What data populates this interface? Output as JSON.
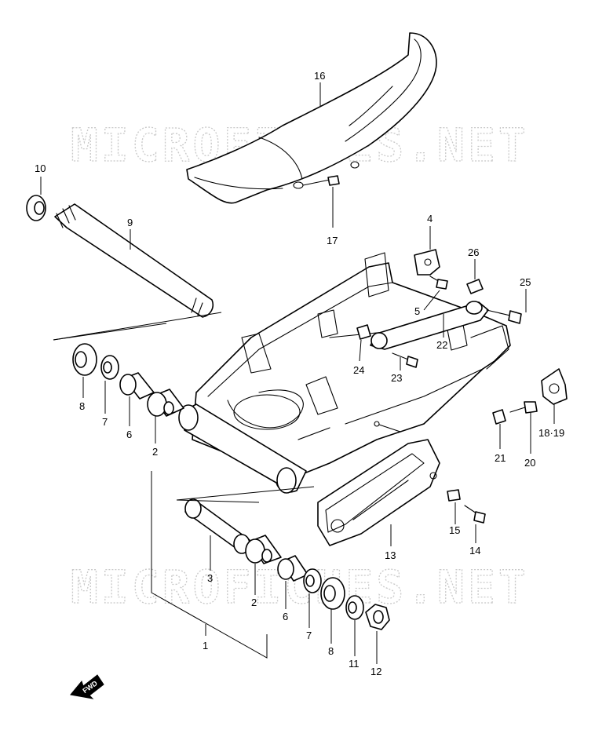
{
  "watermark": {
    "top": "MICROFICHES.NET",
    "bottom": "MICROFICHES.NET"
  },
  "direction_marker": {
    "text": "FWD"
  },
  "callouts": {
    "p1": "1",
    "p2a": "2",
    "p2b": "2",
    "p3": "3",
    "p4": "4",
    "p5": "5",
    "p6a": "6",
    "p6b": "6",
    "p7a": "7",
    "p7b": "7",
    "p8a": "8",
    "p8b": "8",
    "p9": "9",
    "p10": "10",
    "p11": "11",
    "p12": "12",
    "p13": "13",
    "p14": "14",
    "p15": "15",
    "p16": "16",
    "p17": "17",
    "p1819": "18·19",
    "p20": "20",
    "p21": "21",
    "p22": "22",
    "p23": "23",
    "p24": "24",
    "p25": "25",
    "p26": "26"
  }
}
